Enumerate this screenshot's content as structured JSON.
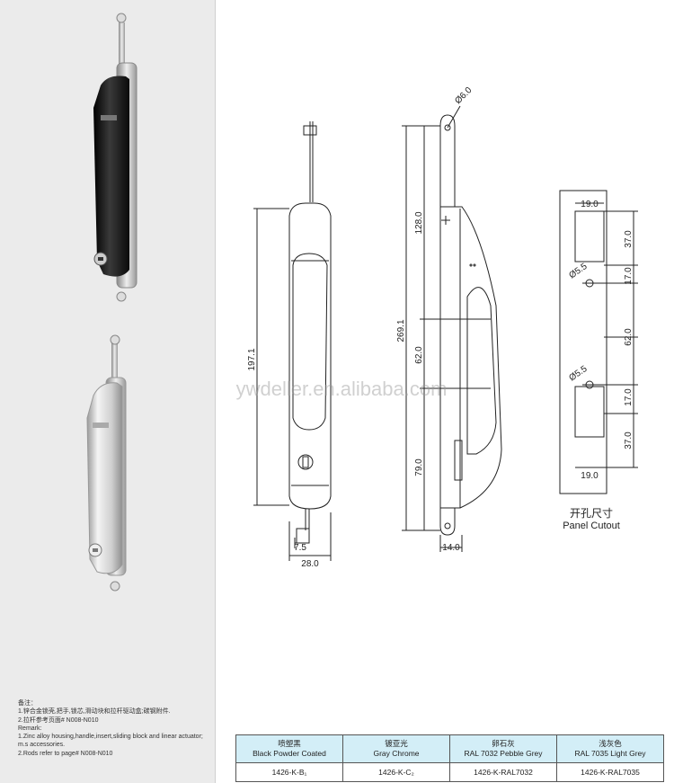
{
  "notes": {
    "cn_title": "备注：",
    "cn_line1": "1.锌合金锁壳,把手,锁芯,滑动块和拉杆驱动盒;碳钢附件.",
    "cn_line2": "2.拉杆参考页面# N008-N010",
    "en_title": "Remark:",
    "en_line1": "1.Zinc alloy housing,handle,insert,sliding block and linear actuator;",
    "en_line2": "m.s accessories.",
    "en_line3": "2.Rods refer to page# N008-N010"
  },
  "watermark": "ywdeller.en.alibaba.com",
  "dimensions": {
    "front_height": "197.1",
    "front_width": "28.0",
    "front_small": "7.5",
    "side_total": "269.1",
    "side_top": "128.0",
    "side_mid": "62.0",
    "side_bottom": "79.0",
    "side_width": "14.0",
    "hole_dia": "Ø6.0",
    "cut_w_top": "19.0",
    "cut_w_bottom": "19.0",
    "cut_37_top": "37.0",
    "cut_17_top": "17.0",
    "cut_62": "62.0",
    "cut_17_bottom": "17.0",
    "cut_37_bottom": "37.0",
    "cut_hole_top": "Ø5.5",
    "cut_hole_bottom": "Ø5.5"
  },
  "cutout": {
    "cn": "开孔尺寸",
    "en": "Panel Cutout"
  },
  "finishes": [
    {
      "cn": "喷塑黑",
      "en": "Black Powder Coated",
      "code": "1426-K-B₁"
    },
    {
      "cn": "镀亚光",
      "en": "Gray Chrome",
      "code": "1426-K-C₂"
    },
    {
      "cn": "卵石灰",
      "en": "RAL 7032 Pebble Grey",
      "code": "1426-K-RAL7032"
    },
    {
      "cn": "浅灰色",
      "en": "RAL 7035 Light Grey",
      "code": "1426-K-RAL7035"
    }
  ],
  "colors": {
    "header_bg": "#d3eef7",
    "panel_bg": "#ebebeb",
    "black_finish": "#1b1b1b",
    "chrome_finish": "#d8d8d8"
  }
}
